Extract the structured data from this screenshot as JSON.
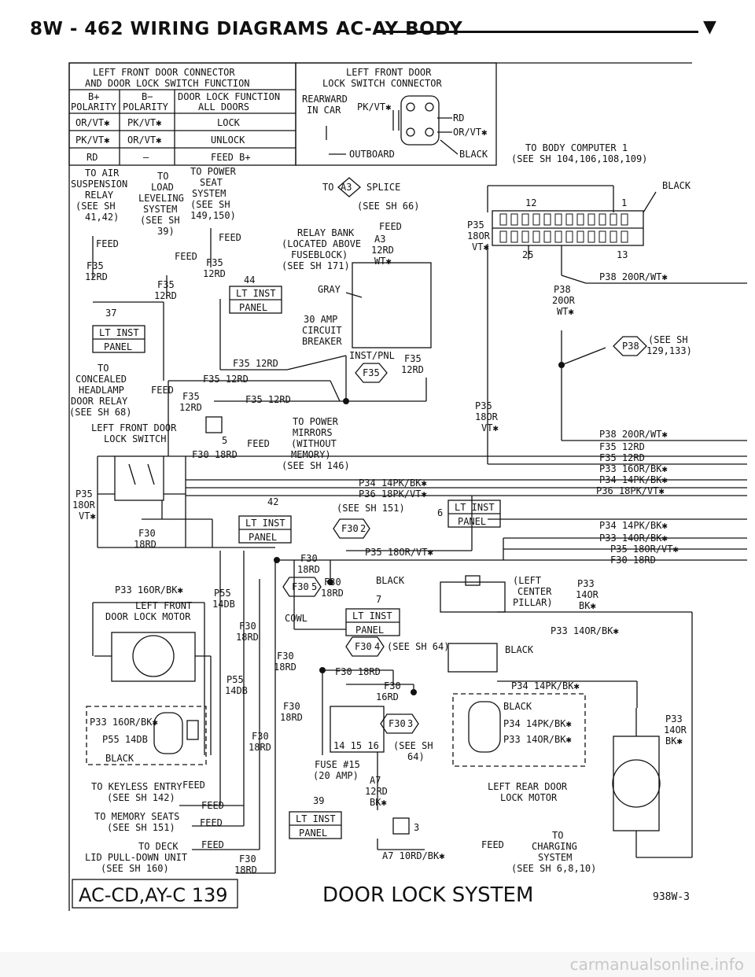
{
  "header": {
    "title": "8W - 462 WIRING DIAGRAMS AC-AY BODY",
    "arrow": "▼"
  },
  "table": {
    "title_line1": "LEFT FRONT DOOR CONNECTOR",
    "title_line2": "AND DOOR LOCK SWITCH FUNCTION",
    "col1": [
      "B+",
      "POLARITY"
    ],
    "col2": [
      "B−",
      "POLARITY"
    ],
    "col3": [
      "DOOR LOCK FUNCTION",
      "ALL DOORS"
    ],
    "rows": [
      [
        "OR/VT✱",
        "PK/VT✱",
        "LOCK"
      ],
      [
        "PK/VT✱",
        "OR/VT✱",
        "UNLOCK"
      ],
      [
        "RD",
        "—",
        "FEED B+"
      ]
    ]
  },
  "switch_box": {
    "title_line1": "LEFT FRONT DOOR",
    "title_line2": "LOCK SWITCH CONNECTOR",
    "rearward": "REARWARD",
    "in_car": "IN CAR",
    "outboard": "OUTBOARD",
    "pkvt": "PK/VT✱",
    "rd": "RD",
    "orvt": "OR/VT✱",
    "black": "BLACK"
  },
  "labels": {
    "to_body_computer": "TO BODY COMPUTER 1",
    "body_computer_ref": "(SEE SH 104,106,108,109)",
    "black": "BLACK",
    "to_air": [
      "TO AIR",
      "SUSPENSION",
      "RELAY",
      "(SEE SH",
      "41,42)"
    ],
    "to_load": [
      "TO",
      "LOAD",
      "LEVELING",
      "SYSTEM",
      "(SEE SH",
      "39)"
    ],
    "to_power_seat": [
      "TO POWER",
      "SEAT",
      "SYSTEM",
      "(SEE SH",
      "149,150)"
    ],
    "to_a3": "TO",
    "a3": "A3",
    "splice": "SPLICE",
    "see_sh_66": "(SEE SH 66)",
    "feed": "FEED",
    "relay_bank": [
      "RELAY BANK",
      "(LOCATED ABOVE",
      "FUSEBLOCK)",
      "(SEE SH 171)"
    ],
    "a3_wire": [
      "A3",
      "12RD",
      "WT✱"
    ],
    "f35": "F35",
    "rd12": "12RD",
    "n37": "37",
    "n44": "44",
    "gray": "GRAY",
    "lt_inst": "LT INST",
    "panel": "PANEL",
    "breaker": [
      "30 AMP",
      "CIRCUIT",
      "BREAKER"
    ],
    "inst_pnl": "INST/PNL",
    "to_concealed": [
      "TO",
      "CONCEALED",
      "HEADLAMP",
      "DOOR RELAY",
      "(SEE SH 68)"
    ],
    "f35_12rd": "F35 12RD",
    "lf_door_lock_switch": [
      "LEFT FRONT DOOR",
      "LOCK SWITCH"
    ],
    "n5": "5",
    "to_power_mirrors": [
      "TO POWER",
      "MIRRORS",
      "(WITHOUT",
      "MEMORY)",
      "(SEE SH 146)"
    ],
    "f30_18rd": "F30 18RD",
    "f30": "F30",
    "rd18": "18RD",
    "p35": "P35",
    "or18": "18OR",
    "vt": "VT✱",
    "p34_14pkbk": "P34 14PK/BK✱",
    "p36_18pkvt": "P36 18PK/VT✱",
    "n42": "42",
    "see_sh_151": "(SEE SH 151)",
    "n6": "6",
    "f30_2": "F30",
    "n2": "2",
    "p35_18orvt": "P35 18OR/VT✱",
    "p38_20orwt": "P38 20OR/WT✱",
    "p38": "P38",
    "or20": "20OR",
    "wt": "WT✱",
    "see_sh_129": [
      "(SEE SH",
      "129,133)"
    ],
    "p33_16orbk": "P33 16OR/BK✱",
    "p33_14orbk": "P33 14OR/BK✱",
    "p55": "P55",
    "db14": "14DB",
    "lf_door_lock_motor": [
      "LEFT FRONT",
      "DOOR LOCK MOTOR"
    ],
    "n5b": "5",
    "n7": "7",
    "cowl": "COWL",
    "left_center_pillar": [
      "(LEFT",
      "CENTER",
      "PILLAR)"
    ],
    "p33_block": [
      "P33",
      "14OR",
      "BK✱"
    ],
    "n4": "4",
    "see_sh_64": "(SEE SH 64)",
    "rd16": "16RD",
    "p33_16orbk_c": "P33 16OR/BK✱",
    "p55_14db": "P55 14DB",
    "p34_14pkbk_c": "P34 14PK/BK✱",
    "p33_14orbk_c": "P33 14OR/BK✱",
    "n3": "3",
    "pins": "14 15 16",
    "see_sh_64b": [
      "(SEE SH",
      "64)"
    ],
    "fuse": [
      "FUSE #15",
      "(20 AMP)"
    ],
    "a7": [
      "A7",
      "12RD",
      "BK✱"
    ],
    "n39": "39",
    "lr_door_lock_motor": [
      "LEFT REAR DOOR",
      "LOCK MOTOR"
    ],
    "to_keyless": [
      "TO KEYLESS ENTRY",
      "(SEE SH 142)"
    ],
    "to_memory": [
      "TO MEMORY SEATS",
      "(SEE SH 151)"
    ],
    "to_deck": [
      "TO DECK",
      "LID PULL-DOWN UNIT",
      "(SEE SH 160)"
    ],
    "a7_10rd": "A7 10RD/BK✱",
    "to_charging": [
      "TO",
      "CHARGING",
      "SYSTEM",
      "(SEE SH 6,8,10)"
    ],
    "n3b": "3",
    "n12": "12",
    "n1": "1",
    "n25": "25",
    "n13": "13"
  },
  "footer": {
    "left": "AC-CD,AY-C 139",
    "center": "DOOR LOCK SYSTEM",
    "right": "938W-3"
  },
  "site": {
    "text": "carmanualsonline.info"
  }
}
